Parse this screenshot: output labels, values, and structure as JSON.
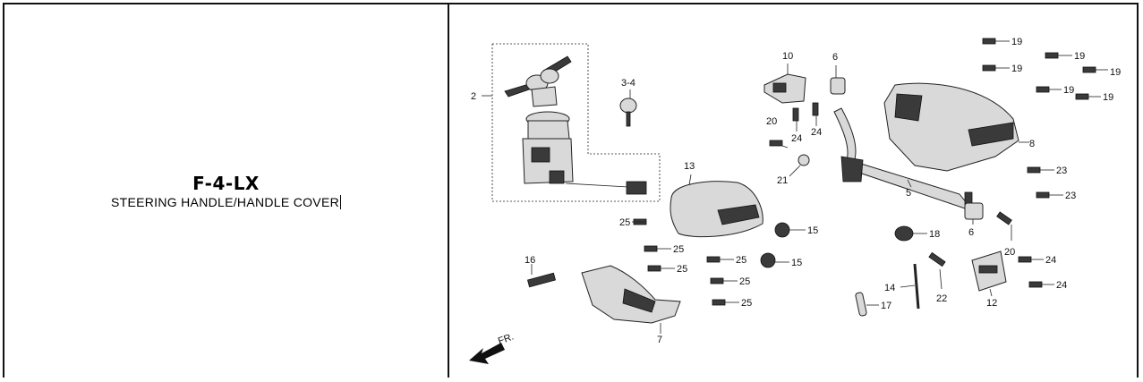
{
  "page": {
    "code": "F-4-LX",
    "description": "STEERING HANDLE/HANDLE COVER"
  },
  "diagram": {
    "direction_label": "FR.",
    "parts": [
      {
        "id": "c2",
        "label": "2"
      },
      {
        "id": "c34",
        "label": "3-4"
      },
      {
        "id": "c10",
        "label": "10"
      },
      {
        "id": "c6a",
        "label": "6"
      },
      {
        "id": "c20a",
        "label": "20"
      },
      {
        "id": "c24a",
        "label": "24"
      },
      {
        "id": "c24b",
        "label": "24"
      },
      {
        "id": "c21",
        "label": "21"
      },
      {
        "id": "c13",
        "label": "13"
      },
      {
        "id": "c5",
        "label": "5"
      },
      {
        "id": "c8",
        "label": "8"
      },
      {
        "id": "c19a",
        "label": "19"
      },
      {
        "id": "c19b",
        "label": "19"
      },
      {
        "id": "c19c",
        "label": "19"
      },
      {
        "id": "c19d",
        "label": "19"
      },
      {
        "id": "c19e",
        "label": "19"
      },
      {
        "id": "c19f",
        "label": "19"
      },
      {
        "id": "c23a",
        "label": "23"
      },
      {
        "id": "c23b",
        "label": "23"
      },
      {
        "id": "c25a",
        "label": "25"
      },
      {
        "id": "c25b",
        "label": "25"
      },
      {
        "id": "c25c",
        "label": "25"
      },
      {
        "id": "c25d",
        "label": "25"
      },
      {
        "id": "c25e",
        "label": "25"
      },
      {
        "id": "c25f",
        "label": "25"
      },
      {
        "id": "c15a",
        "label": "15"
      },
      {
        "id": "c15b",
        "label": "15"
      },
      {
        "id": "c16",
        "label": "16"
      },
      {
        "id": "c7",
        "label": "7"
      },
      {
        "id": "c18",
        "label": "18"
      },
      {
        "id": "c6b",
        "label": "6"
      },
      {
        "id": "c20b",
        "label": "20"
      },
      {
        "id": "c24c",
        "label": "24"
      },
      {
        "id": "c24d",
        "label": "24"
      },
      {
        "id": "c14",
        "label": "14"
      },
      {
        "id": "c22",
        "label": "22"
      },
      {
        "id": "c12",
        "label": "12"
      },
      {
        "id": "c17",
        "label": "17"
      }
    ]
  }
}
